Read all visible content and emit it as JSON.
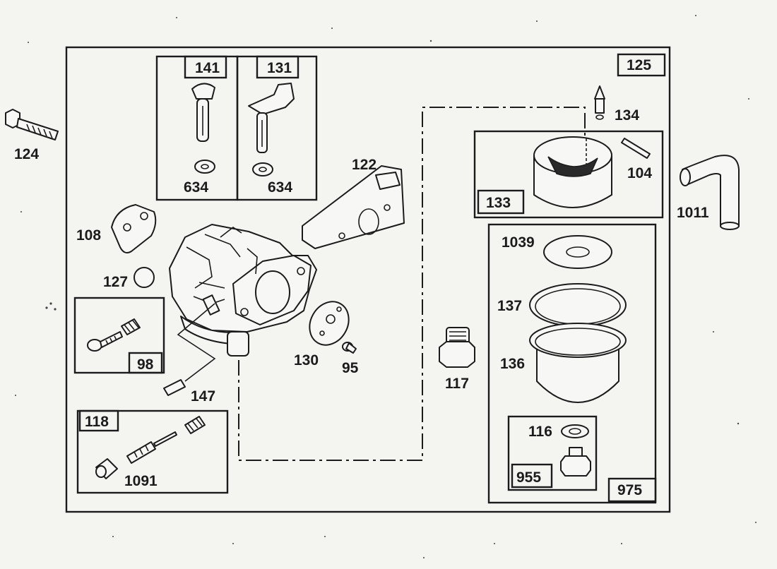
{
  "labels": {
    "p124": "124",
    "p125": "125",
    "p141": "141",
    "p131": "131",
    "p634a": "634",
    "p634b": "634",
    "p122": "122",
    "p134": "134",
    "p104": "104",
    "p133": "133",
    "p1011": "1011",
    "p108": "108",
    "p127": "127",
    "p98": "98",
    "p147": "147",
    "p130": "130",
    "p95": "95",
    "p117": "117",
    "p1039": "1039",
    "p137": "137",
    "p136": "136",
    "p116": "116",
    "p955": "955",
    "p975": "975",
    "p118": "118",
    "p1091": "1091"
  }
}
